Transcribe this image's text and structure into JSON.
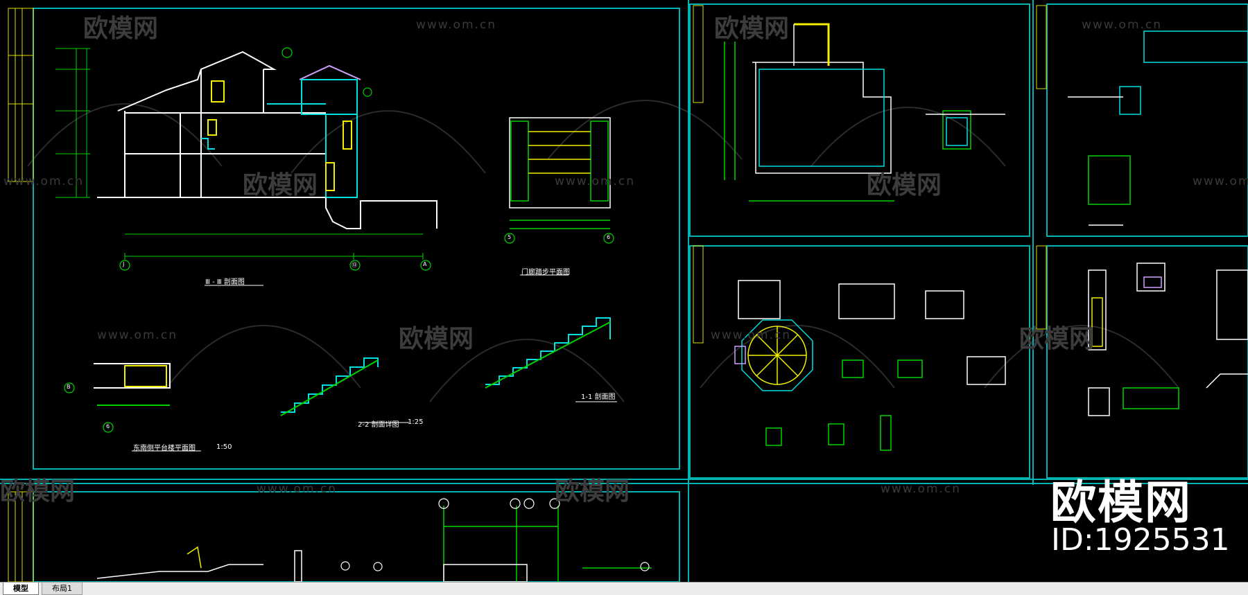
{
  "watermark": {
    "url": "www.om.cn",
    "brand": "欧模网",
    "id": "ID:1925531"
  },
  "drawing": {
    "labels": {
      "section_3": "Ⅲ - Ⅲ 剖面图",
      "door_plan": "门廊踏步平面图",
      "section_1": "1-1 剖面图",
      "section_2": "2-2 剖面详图",
      "section_2_scale": "1:25",
      "platform_plan": "东南侧平台楼平面图",
      "platform_scale": "1:50"
    },
    "axis_markers": [
      "J",
      "⑬",
      "A",
      "5",
      "6",
      "B",
      "6"
    ],
    "colors": {
      "frame": "#00b3b3",
      "line_white": "#ffffff",
      "line_green": "#00d200",
      "line_yellow": "#f0f000",
      "line_cyan": "#00e0e0",
      "line_magenta": "#d0a0ff",
      "background": "#000000"
    }
  },
  "tabs": {
    "model": "模型",
    "layout1": "布局1"
  }
}
